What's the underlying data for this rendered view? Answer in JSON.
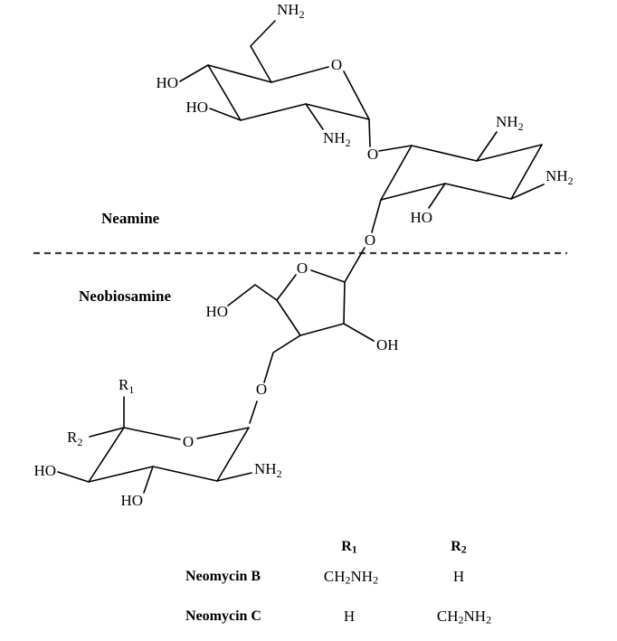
{
  "figure": {
    "type": "chemical-structure",
    "compound_family": "Neomycin (aminoglycoside)",
    "colors": {
      "structure": "#000000",
      "divider": "#3d3d3d",
      "background": "#ffffff"
    }
  },
  "sections": {
    "neamine": "Neamine",
    "neobiosamine": "Neobiosamine"
  },
  "labels": {
    "a_c6_nh2": {
      "p1": "NH",
      "s1": "2"
    },
    "a_ring_o": {
      "p1": "O"
    },
    "a_c4_ho": {
      "p1": "HO"
    },
    "a_c3_ho": {
      "p1": "HO"
    },
    "a_c2_nh2": {
      "p1": "NH",
      "s1": "2"
    },
    "o_glycosidic_1": {
      "p1": "O"
    },
    "b_nh2_top": {
      "p1": "NH",
      "s1": "2"
    },
    "b_nh2_right": {
      "p1": "NH",
      "s1": "2"
    },
    "b_ho": {
      "p1": "HO"
    },
    "o_glycosidic_2": {
      "p1": "O"
    },
    "c_ring_o": {
      "p1": "O"
    },
    "c_ch2oh_ho": {
      "p1": "HO"
    },
    "c_oh": {
      "p1": "OH"
    },
    "o_glycosidic_3": {
      "p1": "O"
    },
    "d_r1": {
      "p1": "R",
      "s1": "1"
    },
    "d_r2": {
      "p1": "R",
      "s1": "2"
    },
    "d_ring_o": {
      "p1": "O"
    },
    "d_nh2": {
      "p1": "NH",
      "s1": "2"
    },
    "d_ho_bottom": {
      "p1": "HO"
    },
    "d_ho_left": {
      "p1": "HO"
    }
  },
  "table": {
    "headers": {
      "r1": {
        "p1": "R",
        "s1": "1"
      },
      "r2": {
        "p1": "R",
        "s1": "2"
      }
    },
    "rows": [
      {
        "name": "Neomycin B",
        "r1": {
          "p1": "CH",
          "s1": "2",
          "p2": "NH",
          "s2": "2"
        },
        "r2": {
          "p1": "H"
        }
      },
      {
        "name": "Neomycin C",
        "r1": {
          "p1": "H"
        },
        "r2": {
          "p1": "CH",
          "s1": "2",
          "p2": "NH",
          "s2": "2"
        }
      }
    ]
  }
}
